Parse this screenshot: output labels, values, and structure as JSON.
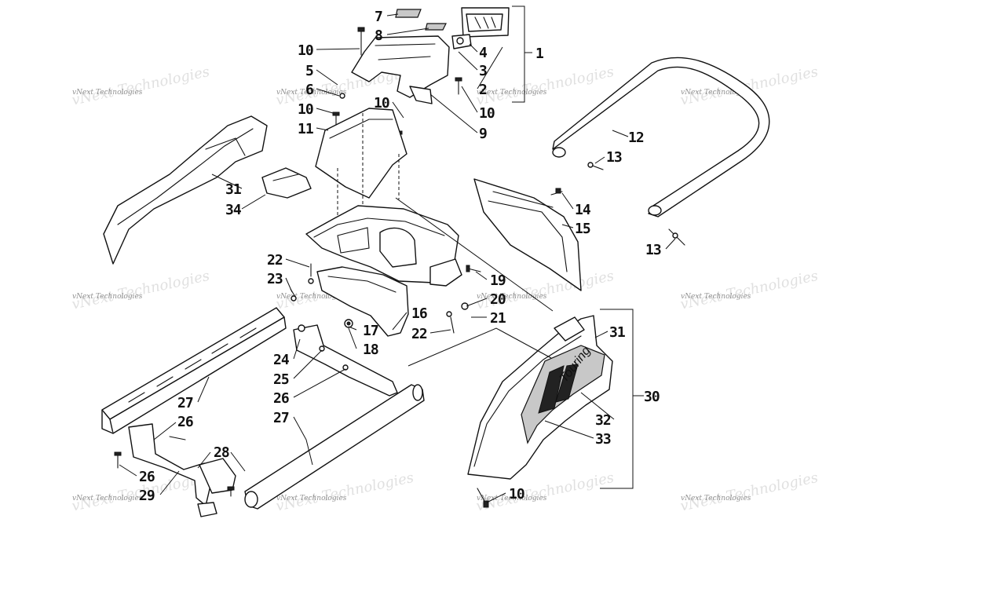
{
  "diagram": {
    "callouts": [
      "7",
      "8",
      "10",
      "5",
      "6",
      "10",
      "11",
      "4",
      "3",
      "2",
      "10",
      "9",
      "1",
      "10",
      "12",
      "13",
      "14",
      "15",
      "13",
      "31",
      "34",
      "22",
      "23",
      "19",
      "20",
      "21",
      "16",
      "17",
      "18",
      "22",
      "24",
      "25",
      "26",
      "27",
      "26",
      "27",
      "28",
      "26",
      "29",
      "31",
      "30",
      "32",
      "33",
      "10"
    ],
    "watermark": "vNext Technologies",
    "decal_text": "Touring"
  }
}
